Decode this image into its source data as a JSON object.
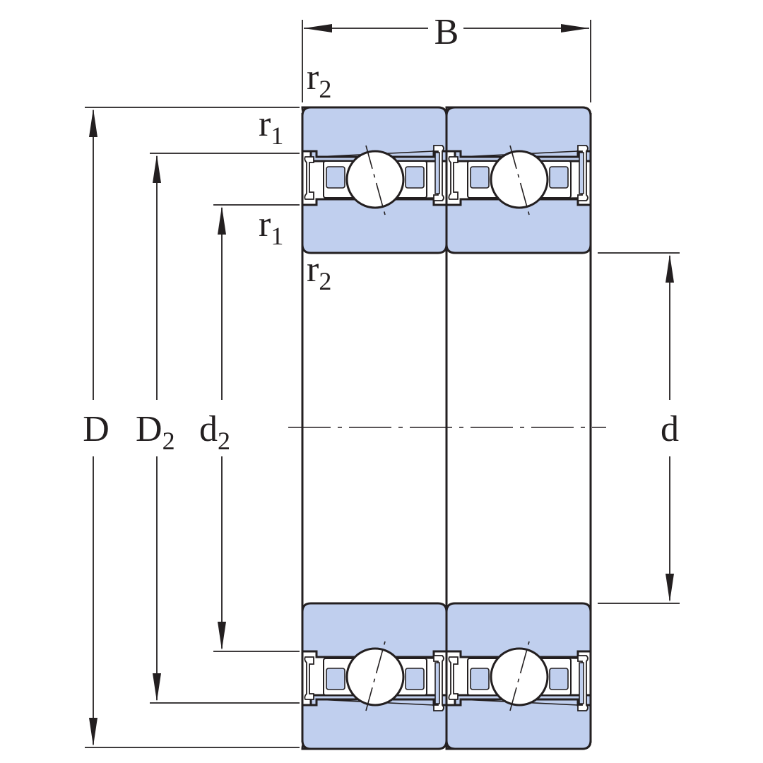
{
  "labels": {
    "B": "B",
    "D": "D",
    "D2": {
      "base": "D",
      "sub": "2"
    },
    "d2": {
      "base": "d",
      "sub": "2"
    },
    "d": "d",
    "r1_top": {
      "base": "r",
      "sub": "1"
    },
    "r1_mid": {
      "base": "r",
      "sub": "1"
    },
    "r2_top": {
      "base": "r",
      "sub": "2"
    },
    "r2_mid": {
      "base": "r",
      "sub": "2"
    }
  },
  "colors": {
    "ring_fill": "#c0cfee",
    "line": "#231f20",
    "background": "#ffffff"
  }
}
